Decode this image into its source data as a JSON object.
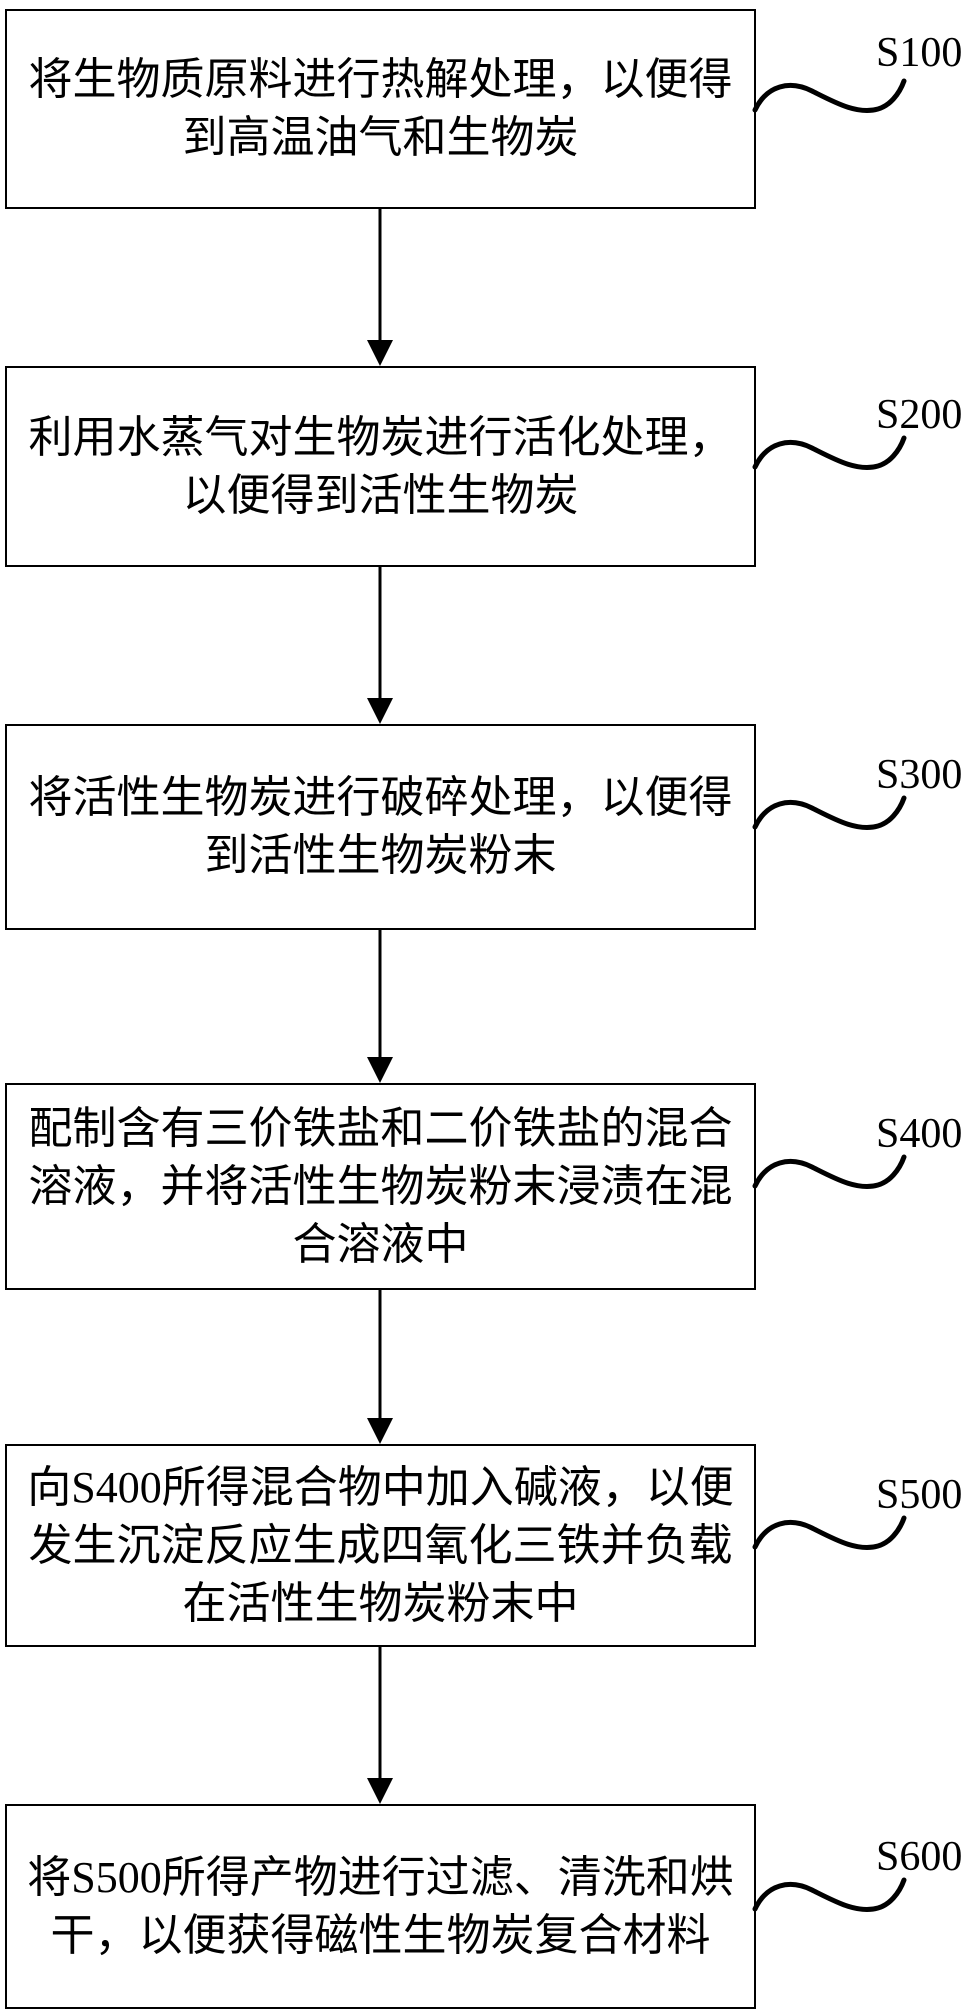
{
  "figure": {
    "type": "flowchart",
    "direction": "top-down",
    "colors": {
      "background": "#ffffff",
      "line": "#000000",
      "text": "#000000"
    },
    "steps": [
      {
        "label": "S100",
        "text": "将生物质原料进行热解处理，以便得\n到高温油气和生物炭"
      },
      {
        "label": "S200",
        "text": "利用水蒸气对生物炭进行活化处理，\n以便得到活性生物炭"
      },
      {
        "label": "S300",
        "text": "将活性生物炭进行破碎处理，以便得\n到活性生物炭粉末"
      },
      {
        "label": "S400",
        "text": "配制含有三价铁盐和二价铁盐的混合\n溶液，并将活性生物炭粉末浸渍在混\n合溶液中"
      },
      {
        "label": "S500",
        "text": "向S400所得混合物中加入碱液，以便\n发生沉淀反应生成四氧化三铁并负载\n在活性生物炭粉末中"
      },
      {
        "label": "S600",
        "text": "将S500所得产物进行过滤、清洗和烘\n干，以便获得磁性生物炭复合材料"
      }
    ]
  }
}
